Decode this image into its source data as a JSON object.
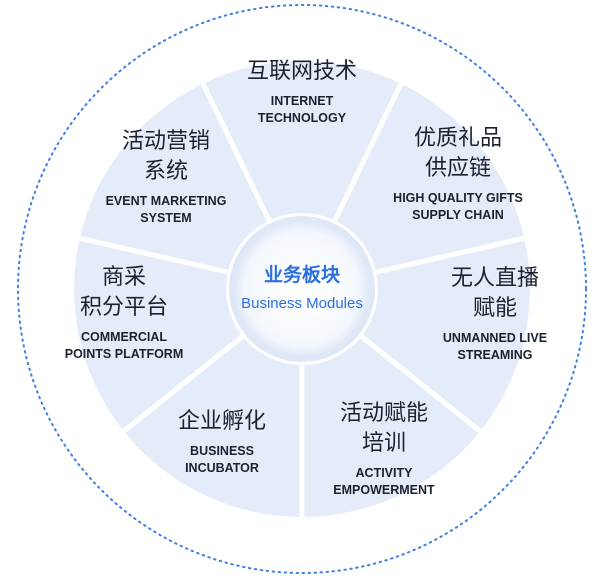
{
  "center": {
    "title": "业务板块",
    "subtitle": "Business Modules"
  },
  "segments": [
    {
      "zh": [
        "互联网技术"
      ],
      "en": [
        "INTERNET",
        "TECHNOLOGY"
      ]
    },
    {
      "zh": [
        "优质礼品",
        "供应链"
      ],
      "en": [
        "HIGH QUALITY GIFTS",
        "SUPPLY CHAIN"
      ]
    },
    {
      "zh": [
        "无人直播",
        "赋能"
      ],
      "en": [
        "UNMANNED LIVE",
        "STREAMING"
      ]
    },
    {
      "zh": [
        "活动赋能",
        "培训"
      ],
      "en": [
        "ACTIVITY",
        "EMPOWERMENT"
      ]
    },
    {
      "zh": [
        "企业孵化"
      ],
      "en": [
        "BUSINESS",
        "INCUBATOR"
      ]
    },
    {
      "zh": [
        "商采",
        "积分平台"
      ],
      "en": [
        "COMMERCIAL",
        "POINTS PLATFORM"
      ]
    },
    {
      "zh": [
        "活动营销",
        "系统"
      ],
      "en": [
        "EVENT MARKETING",
        "SYSTEM"
      ]
    }
  ],
  "colors": {
    "segment_fill": "#e5ecf9",
    "dotted_ring": "#3d7fe6",
    "accent": "#2b6fe0",
    "text": "#1b2130"
  }
}
